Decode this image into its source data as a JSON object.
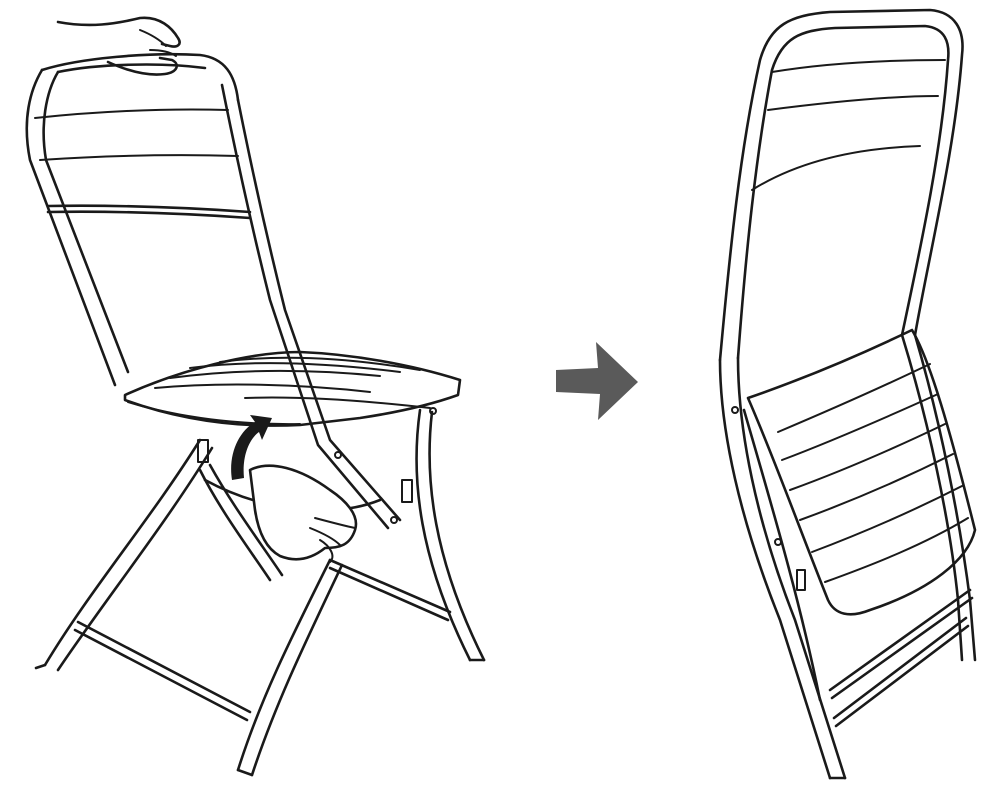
{
  "diagram": {
    "steps": [
      {
        "state": "unfolded",
        "action": "lift-seat"
      },
      {
        "state": "folded"
      }
    ],
    "transition": {
      "icon": "arrow-right-icon",
      "color": "#5a5a5a"
    },
    "colors": {
      "line": "#1a1a1a",
      "background": "#ffffff",
      "arrow": "#5a5a5a"
    }
  }
}
